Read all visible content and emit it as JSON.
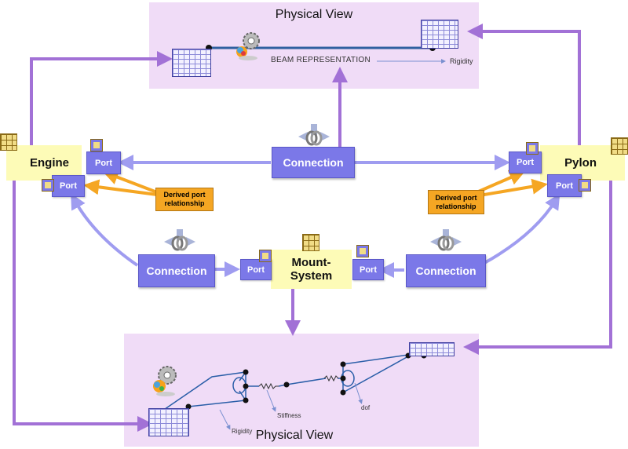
{
  "top_panel": {
    "title": "Physical View",
    "beam_label": "BEAM REPRESENTATION",
    "rigidity_label": "Rigidity"
  },
  "bottom_panel": {
    "title": "Physical View",
    "stiffness_label": "Stiffness",
    "dof_label": "dof",
    "rigidity_label": "Rigidity"
  },
  "blocks": {
    "engine": "Engine",
    "pylon": "Pylon",
    "mount_system": "Mount-\nSystem"
  },
  "ports": {
    "label": "Port"
  },
  "connections": {
    "top": "Connection",
    "left": "Connection",
    "right": "Connection"
  },
  "derived_port": {
    "left": "Derived port relationship",
    "right": "Derived port relationship"
  },
  "colors": {
    "panel_bg": "#f0dcf7",
    "block_bg": "#fdfbb7",
    "port_bg": "#7b78e8",
    "connection_bg": "#7b78e8",
    "arrow_purple": "#a271d6",
    "arrow_blue": "#9f9cf0",
    "arrow_orange": "#f5a623",
    "derived_bg": "#f5a623"
  }
}
